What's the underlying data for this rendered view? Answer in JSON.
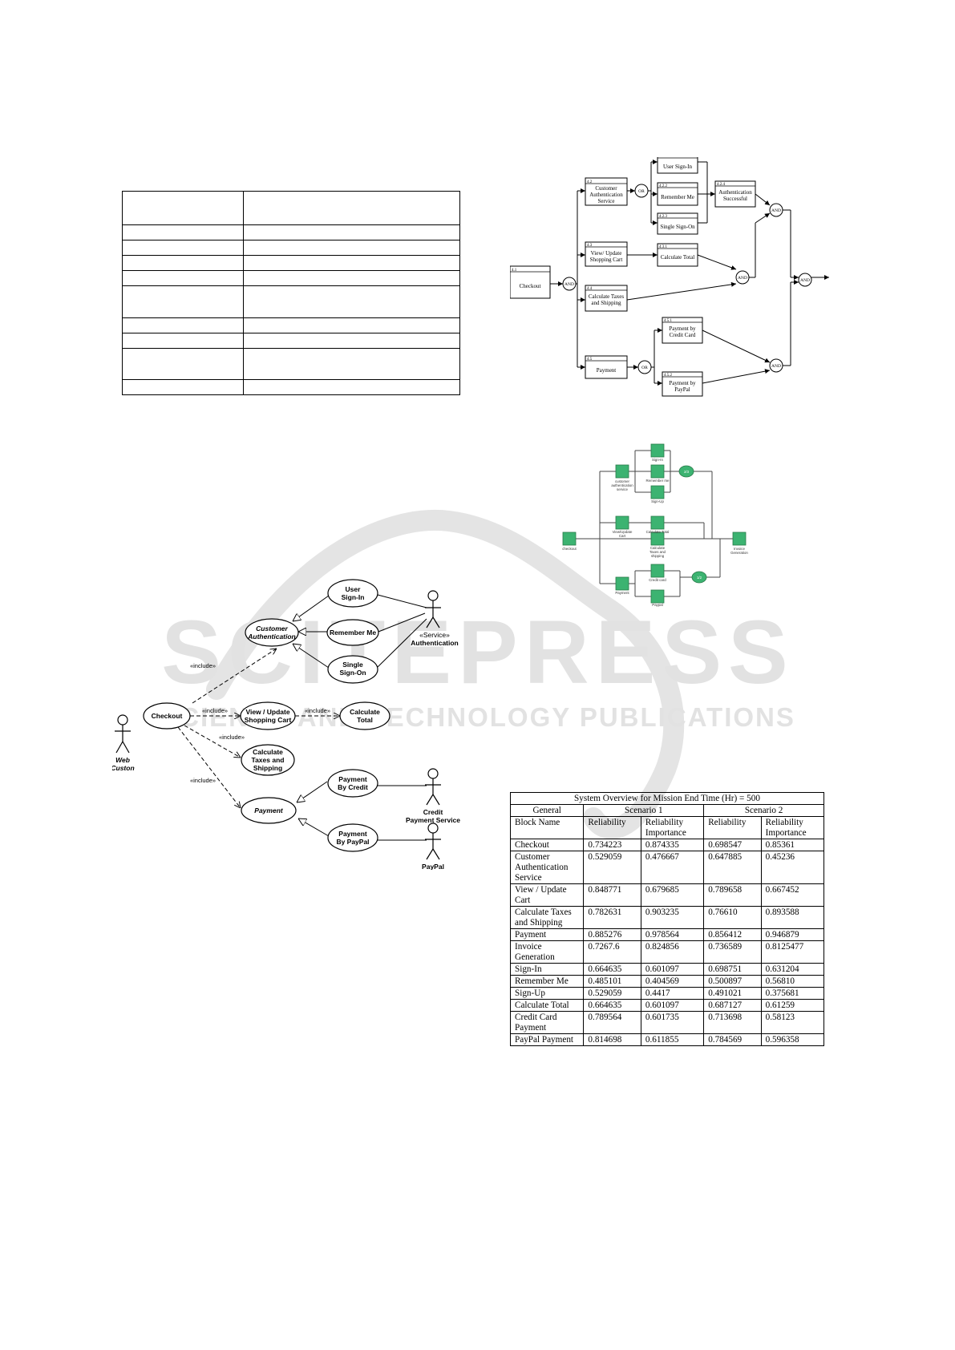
{
  "watermark": {
    "line1": "SCITEPRESS",
    "line2": "SCIENCE AND TECHNOLOGY PUBLICATIONS"
  },
  "use_case": {
    "nodes": {
      "user_signin": [
        "User",
        "Sign-In"
      ],
      "customer_auth": [
        "Customer",
        "Authentication"
      ],
      "remember_me": "Remember Me",
      "single_signon": [
        "Single",
        "Sign-On"
      ],
      "checkout": "Checkout",
      "view_cart": [
        "View / Update",
        "Shopping Cart"
      ],
      "calc_total": [
        "Calculate",
        "Total"
      ],
      "calc_taxes": [
        "Calculate",
        "Taxes and",
        "Shipping"
      ],
      "payment": "Payment",
      "pay_credit": [
        "Payment",
        "By Credit"
      ],
      "pay_paypal": [
        "Payment",
        "By PayPal"
      ]
    },
    "actors": {
      "service_auth": [
        "«Service»",
        "Authentication"
      ],
      "web_customer": [
        "Web",
        "Custon"
      ],
      "credit_service": [
        "Credit",
        "Payment Service"
      ],
      "paypal": "PayPal"
    },
    "include": "«include»"
  },
  "block_diagram": {
    "checkout": {
      "id": "4.1",
      "label": "Checkout"
    },
    "cust_auth": {
      "id": "4.2",
      "label": [
        "Customer",
        "Authentication",
        "Service"
      ]
    },
    "user_signin": {
      "id": "4.2.1",
      "label": "User Sign-In"
    },
    "remember_me": {
      "id": "4.2.2",
      "label": "Remember Me"
    },
    "single_signon": {
      "id": "4.2.3",
      "label": "Single Sign-On"
    },
    "auth_success": {
      "id": "4.2.4",
      "label": [
        "Authentication",
        "Successful"
      ]
    },
    "view_cart": {
      "id": "4.3",
      "label": [
        "View/ Update",
        "Shopping Cart"
      ]
    },
    "calc_total": {
      "id": "4.3.1",
      "label": "Calculate Total"
    },
    "calc_taxes": {
      "id": "4.4",
      "label": [
        "Calculate Taxes",
        "and Shipping"
      ]
    },
    "payment": {
      "id": "4.5",
      "label": "Payment"
    },
    "pay_credit": {
      "id": "4.5.1",
      "label": [
        "Payment by",
        "Credit Card"
      ]
    },
    "pay_paypal": {
      "id": "4.5.2",
      "label": [
        "Payment by",
        "PayPal"
      ]
    },
    "and": "AND",
    "or": "OR"
  },
  "rbd": {
    "checkout": "checkout",
    "cust_auth": [
      "customer",
      "authentication",
      "service"
    ],
    "signin": "Sign-In",
    "remember": "Remember me",
    "signup": "Sign-Up",
    "view_cart": [
      "View/Update",
      "Cart"
    ],
    "calc_total": "Calculate Total",
    "calc_taxes": [
      "Calculate",
      "Taxes and",
      "shipping"
    ],
    "payment": "Payment",
    "credit": "Credit card",
    "paypal": "Paypal",
    "invoice": [
      "Invoice",
      "Generation"
    ],
    "node_23": "2/3",
    "node_12": "1/2"
  },
  "table": {
    "title": "System Overview for Mission End Time (Hr) = 500",
    "group_headers": [
      "General",
      "Scenario 1",
      "Scenario 2"
    ],
    "col_headers": [
      "Block Name",
      "Reliability",
      "Reliability Importance",
      "Reliability",
      "Reliability Importance"
    ],
    "rows": [
      [
        "Checkout",
        "0.734223",
        "0.874335",
        "0.698547",
        "0.85361"
      ],
      [
        "Customer Authentication Service",
        "0.529059",
        "0.476667",
        "0.647885",
        "0.45236"
      ],
      [
        "View / Update Cart",
        "0.848771",
        "0.679685",
        "0.789658",
        "0.667452"
      ],
      [
        "Calculate Taxes and Shipping",
        "0.782631",
        "0.903235",
        "0.76610",
        "0.893588"
      ],
      [
        "Payment",
        "0.885276",
        "0.978564",
        "0.856412",
        "0.946879"
      ],
      [
        "Invoice Generation",
        "0.7267.6",
        "0.824856",
        "0.736589",
        "0.8125477"
      ],
      [
        "Sign-In",
        "0.664635",
        "0.601097",
        "0.698751",
        "0.631204"
      ],
      [
        "Remember Me",
        "0.485101",
        "0.404569",
        "0.500897",
        "0.56810"
      ],
      [
        "Sign-Up",
        "0.529059",
        "0.4417",
        "0.491021",
        "0.375681"
      ],
      [
        "Calculate Total",
        "0.664635",
        "0.601097",
        "0.687127",
        "0.61259"
      ],
      [
        "Credit Card Payment",
        "0.789564",
        "0.601735",
        "0.713698",
        "0.58123"
      ],
      [
        "PayPal Payment",
        "0.814698",
        "0.611855",
        "0.784569",
        "0.596358"
      ]
    ]
  }
}
